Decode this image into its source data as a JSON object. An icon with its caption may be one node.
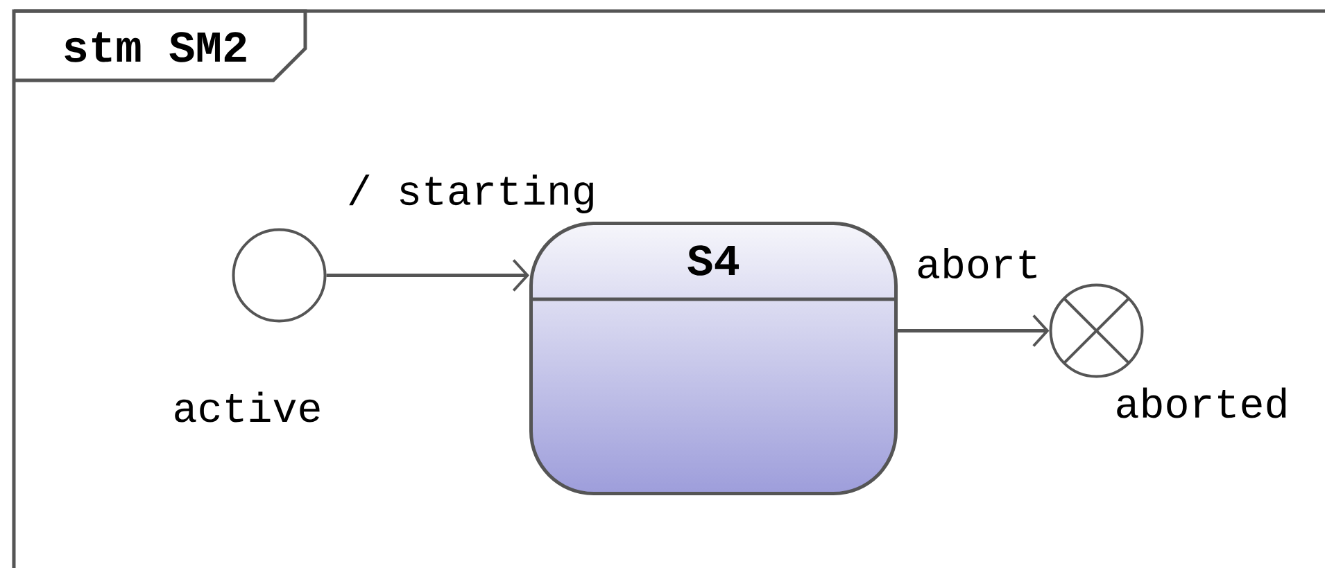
{
  "diagram": {
    "nodes": [
      {
        "text": [
          "stm SM2"
        ]
      },
      {
        "text": [],
        "shape": "circle",
        "beside": [
          "active"
        ],
        "in": 0
      },
      {
        "text": [
          "S4"
        ],
        "in": 0
      },
      {
        "text": [],
        "shape": "circle",
        "beside": [
          "aborted"
        ],
        "in": 0
      }
    ],
    "edges": [
      {
        "from": 1,
        "to": 2,
        "arrow": "to",
        "label": "/ starting"
      },
      {
        "from": 2,
        "to": 3,
        "arrow": "to",
        "label": "abort"
      }
    ]
  }
}
